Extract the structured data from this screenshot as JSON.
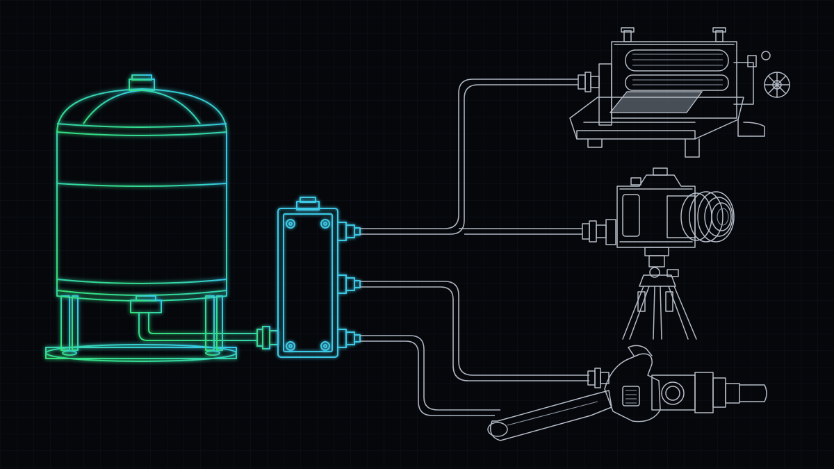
{
  "diagram": {
    "kind": "outline schematic, no printed text",
    "source": {
      "name": "storage-tank",
      "icon": "tank-icon"
    },
    "hub": {
      "name": "distribution-manifold",
      "icon": "manifold-icon"
    },
    "destinations": [
      {
        "name": "printing-press",
        "icon": "printing-press-icon"
      },
      {
        "name": "camera-on-tripod",
        "icon": "camera-icon"
      },
      {
        "name": "adjustable-wrench",
        "icon": "wrench-icon"
      }
    ]
  },
  "colors": {
    "background": "#05070b",
    "grid": "#0e131b",
    "tank_gradient_start": "#34e07a",
    "tank_gradient_end": "#35c8f0",
    "manifold": "#3ec9e6",
    "wire": "#aeb6c2",
    "device_outline": "#b6bdc8"
  }
}
